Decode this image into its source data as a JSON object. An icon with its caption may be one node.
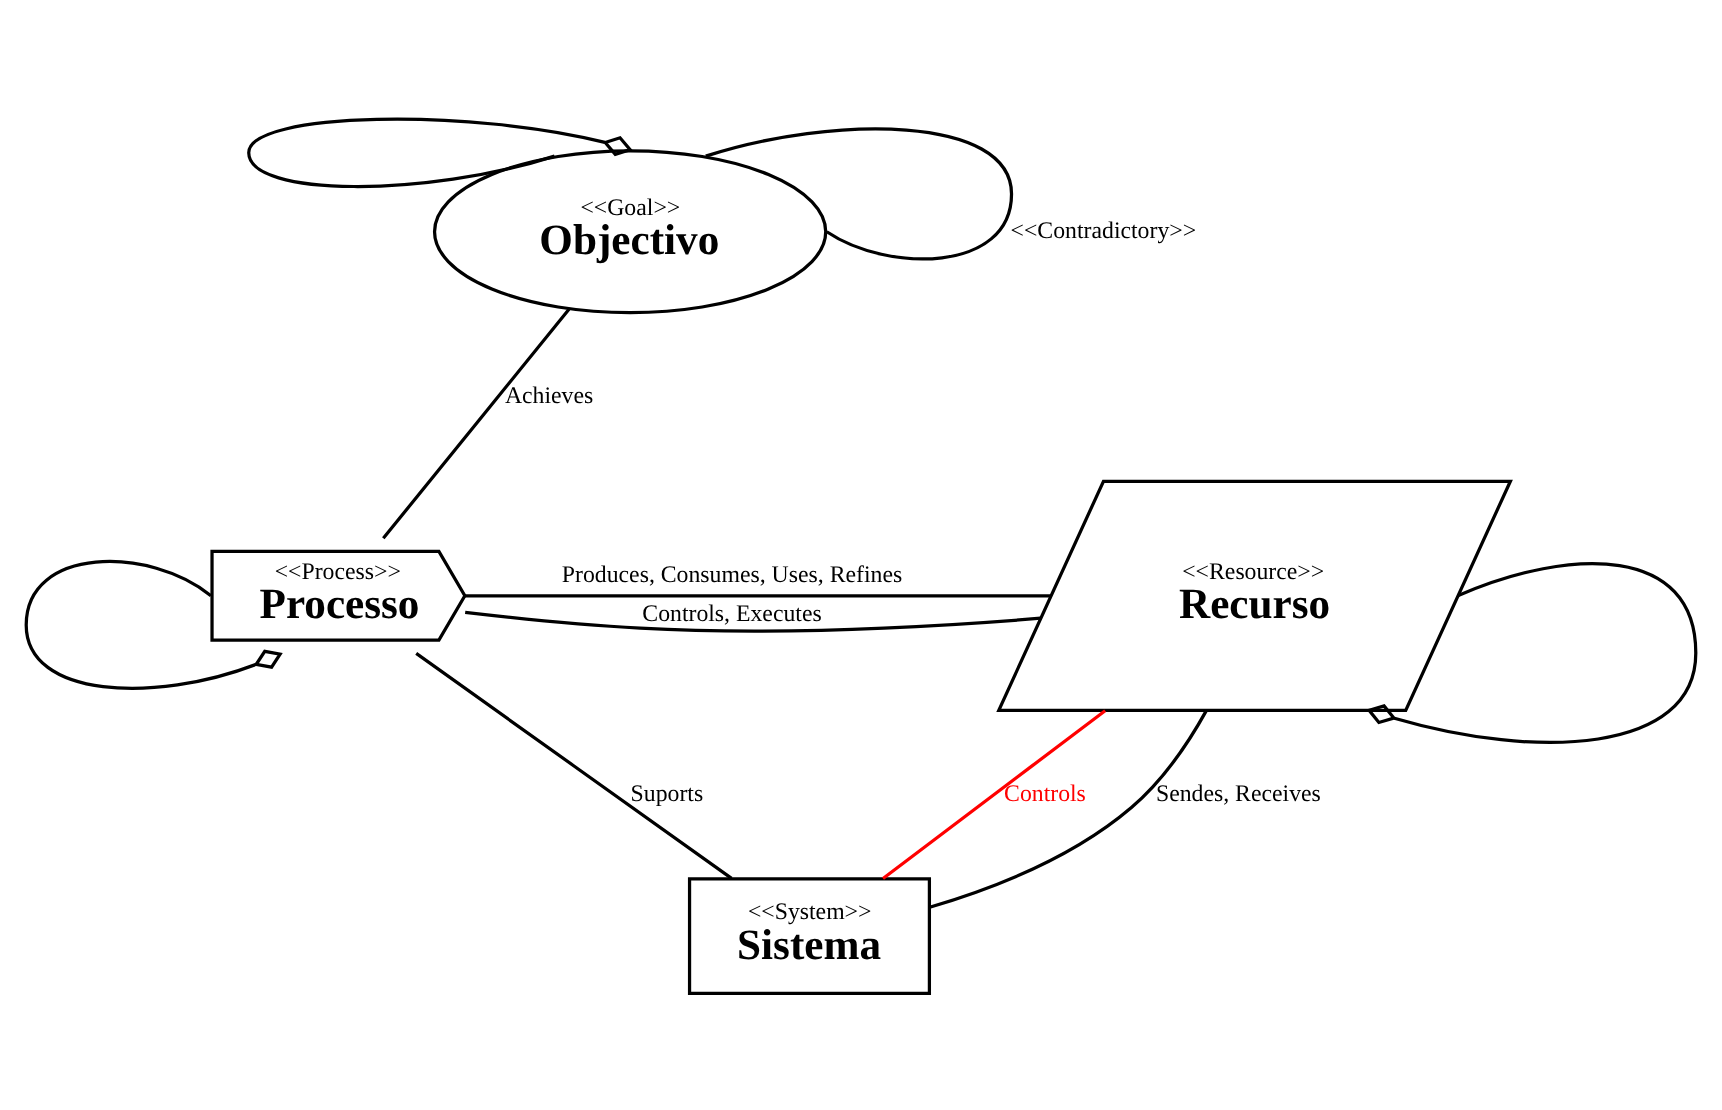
{
  "diagram": {
    "nodes": [
      {
        "text": [
          "<<Goal>>",
          "Objectivo"
        ]
      },
      {
        "text": [
          "<<Process>>",
          "Processo"
        ]
      },
      {
        "text": [
          "<<Resource>>",
          "Recurso"
        ]
      },
      {
        "text": [
          "<<System>>",
          "Sistema"
        ]
      }
    ],
    "edges": [
      {
        "from": 0,
        "to": 0,
        "arrow": "other"
      },
      {
        "from": 0,
        "to": 0,
        "arrow": "none",
        "label": "<<Contradictory>>"
      },
      {
        "from": 1,
        "to": 0,
        "arrow": "none",
        "label": "Achieves"
      },
      {
        "from": 1,
        "to": 1,
        "arrow": "other"
      },
      {
        "from": 1,
        "to": 2,
        "arrow": "none",
        "label": "Controls, Executes"
      },
      {
        "from": 1,
        "to": 2,
        "arrow": "none",
        "label": "Produces, Consumes, Uses, Refines"
      },
      {
        "from": 2,
        "to": 2,
        "arrow": "other"
      },
      {
        "from": 3,
        "to": 1,
        "arrow": "none",
        "label": "Suports"
      },
      {
        "from": 3,
        "to": 2,
        "arrow": "none",
        "label": "Controls",
        "color": "#ff0000"
      },
      {
        "from": 3,
        "to": 2,
        "arrow": "none",
        "label": "Sendes, Receives"
      }
    ]
  }
}
